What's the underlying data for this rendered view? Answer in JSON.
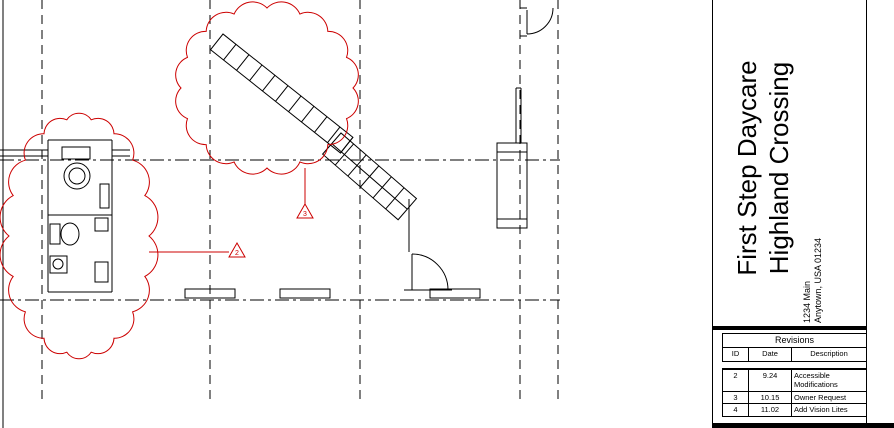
{
  "sheet": {
    "project_name_line1": "First Step Daycare",
    "project_name_line2": "Highland Crossing",
    "address_line1": "1234 Main",
    "address_line2": "Anytown, USA 01234"
  },
  "revisions": {
    "title": "Revisions",
    "columns": {
      "id": "ID",
      "date": "Date",
      "description": "Description"
    },
    "rows": [
      {
        "id": "2",
        "date": "9.24",
        "description": "Accessible Modifications"
      },
      {
        "id": "3",
        "date": "10.15",
        "description": "Owner Request"
      },
      {
        "id": "4",
        "date": "11.02",
        "description": "Add Vision Lites"
      }
    ]
  },
  "drawing": {
    "revision_tags": [
      {
        "label": "2"
      },
      {
        "label": "3"
      }
    ],
    "colors": {
      "revision_red": "#cc0000",
      "line_black": "#000000"
    }
  }
}
